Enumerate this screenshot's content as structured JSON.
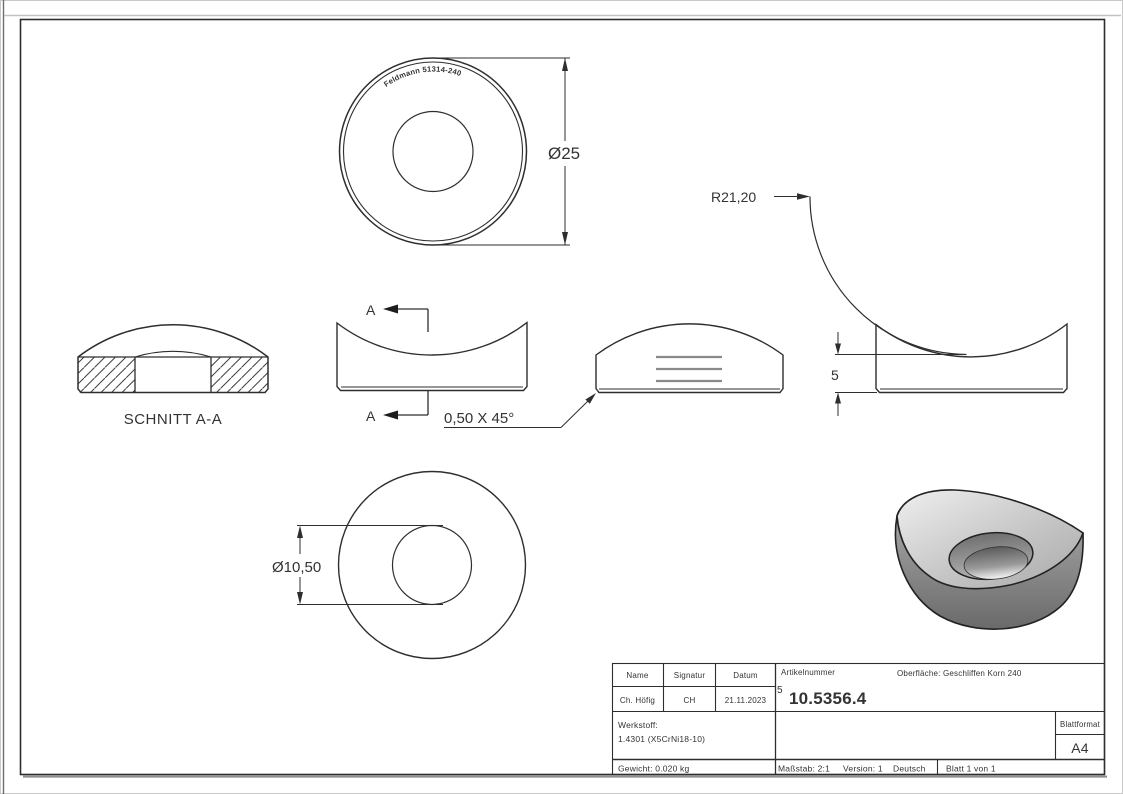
{
  "drawing": {
    "stamp_text": "Feldmann 51314-240",
    "outer_diameter": "Ø25",
    "radius": "R21,20",
    "thickness": "5",
    "chamfer": "0,50 X 45°",
    "section_title": "SCHNITT A-A",
    "section_marker_top": "A",
    "section_marker_bottom": "A",
    "hole_diameter": "Ø10,50"
  },
  "title_block": {
    "headers": {
      "name": "Name",
      "signatur": "Signatur",
      "datum": "Datum"
    },
    "values": {
      "name": "Ch. Höfig",
      "signatur": "CH",
      "datum": "21.11.2023"
    },
    "artikelnummer_label": "Artikelnummer",
    "artikelnummer_prefix": "5",
    "artikelnummer_value": "10.5356.4",
    "oberflaeche": "Oberfläche:  Geschliffen Korn 240",
    "werkstoff_label": "Werkstoff:",
    "werkstoff_value": "1.4301  (X5CrNi18-10)",
    "gewicht": "Gewicht: 0.020 kg",
    "massstab": "Maßstab: 2:1",
    "version": "Version: 1",
    "sprache": "Deutsch",
    "blatt": "Blatt 1 von 1",
    "blattformat_label": "Blattformat",
    "blattformat_value": "A4"
  },
  "colors": {
    "line": "#2e2e2e",
    "hidden_line": "#8a8a8a",
    "part_top": "#d9d9d9",
    "part_side": "#7d7d7d"
  }
}
